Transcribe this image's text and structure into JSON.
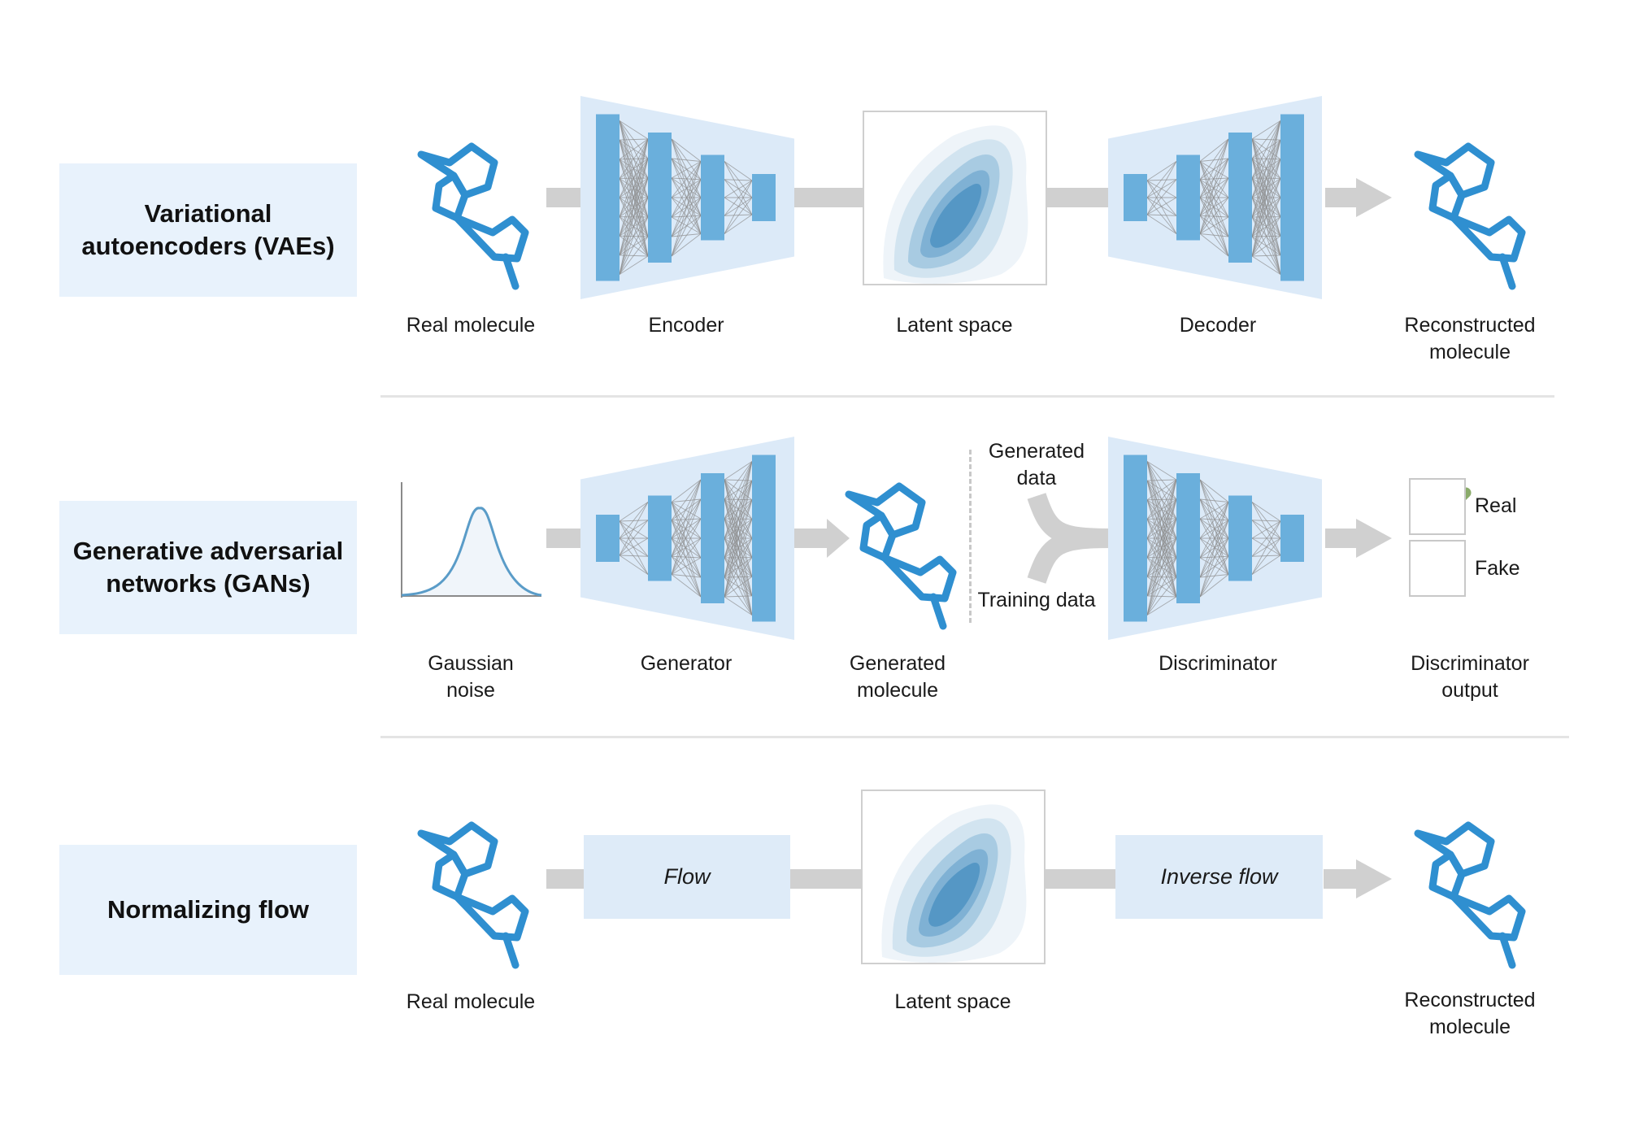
{
  "rows": {
    "vae": {
      "category": "Variational autoencoders (VAEs)",
      "labels": {
        "input": "Real molecule",
        "encoder": "Encoder",
        "latent": "Latent space",
        "decoder": "Decoder",
        "output": "Reconstructed molecule"
      }
    },
    "gan": {
      "category": "Generative adversarial networks (GANs)",
      "labels": {
        "noise": "Gaussian noise",
        "generator": "Generator",
        "generated": "Generated molecule",
        "generated_data": "Generated data",
        "training_data": "Training data",
        "discriminator": "Discriminator",
        "output": "Discriminator output",
        "real": "Real",
        "fake": "Fake"
      }
    },
    "flow": {
      "category": "Normalizing flow",
      "labels": {
        "input": "Real molecule",
        "flow": "Flow",
        "latent": "Latent space",
        "inverse": "Inverse flow",
        "output": "Reconstructed molecule"
      }
    }
  },
  "colors": {
    "category_bg": "#e8f2fc",
    "network_bg": "#dceaf8",
    "layer": "#6aafdc",
    "molecule": "#2f8fd0",
    "arrow": "#d0d0d0",
    "check": "#8aab6a",
    "density": [
      "#eef4f9",
      "#d2e4f0",
      "#a8cbe2",
      "#7fb1d4",
      "#5597c5"
    ]
  },
  "icons": {
    "molecule": "molecule-icon",
    "check": "check-icon",
    "gaussian": "gaussian-curve-icon",
    "density": "density-plot-icon"
  }
}
